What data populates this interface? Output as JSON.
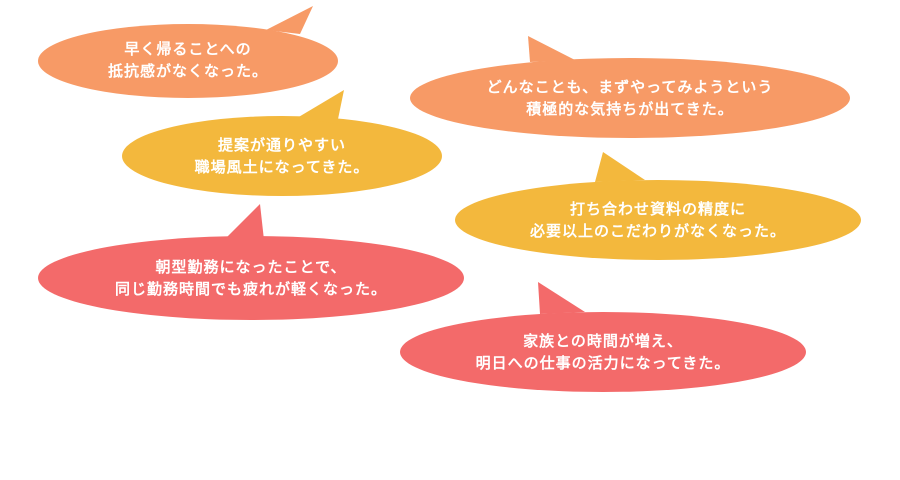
{
  "colors": {
    "orange": "#f79a66",
    "yellow": "#f3b83d",
    "red": "#f36a6a",
    "text": "#ffffff"
  },
  "bubbles": [
    {
      "line1": "早く帰ることへの",
      "line2": "抵抗感がなくなった。",
      "color": "orange"
    },
    {
      "line1": "どんなことも、まずやってみようという",
      "line2": "積極的な気持ちが出てきた。",
      "color": "orange"
    },
    {
      "line1": "提案が通りやすい",
      "line2": "職場風土になってきた。",
      "color": "yellow"
    },
    {
      "line1": "打ち合わせ資料の精度に",
      "line2": "必要以上のこだわりがなくなった。",
      "color": "yellow"
    },
    {
      "line1": "朝型勤務になったことで、",
      "line2": "同じ勤務時間でも疲れが軽くなった。",
      "color": "red"
    },
    {
      "line1": "家族との時間が増え、",
      "line2": "明日への仕事の活力になってきた。",
      "color": "red"
    }
  ]
}
